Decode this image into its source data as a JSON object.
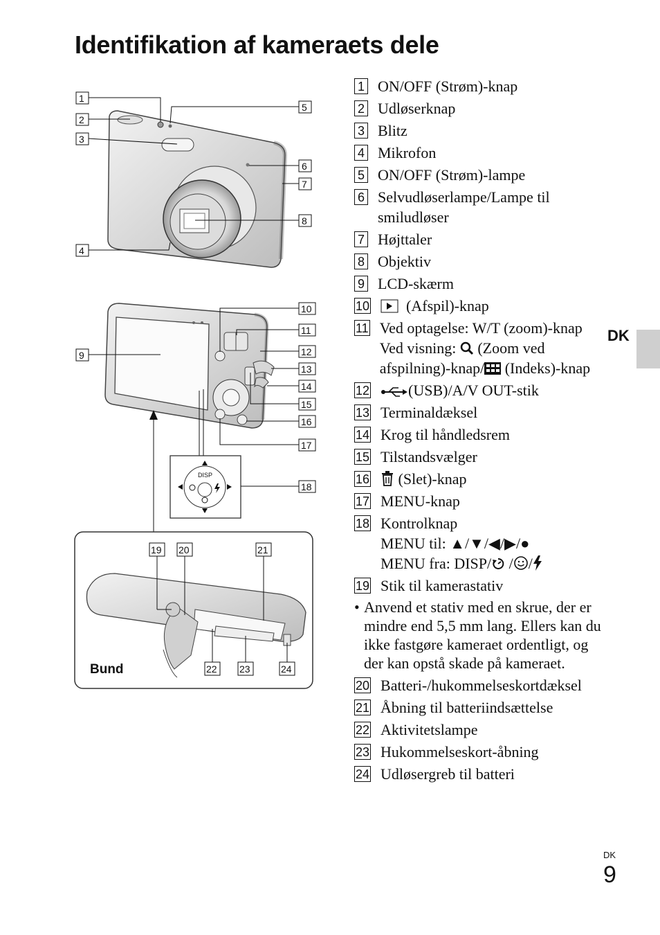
{
  "page_title": "Identifikation af kameraets dele",
  "side_tab_label": "DK",
  "page_footer": {
    "lang": "DK",
    "number": "9"
  },
  "figure": {
    "callouts": [
      "1",
      "2",
      "3",
      "4",
      "5",
      "6",
      "7",
      "8",
      "9",
      "10",
      "11",
      "12",
      "13",
      "14",
      "15",
      "16",
      "17",
      "18",
      "19",
      "20",
      "21",
      "22",
      "23",
      "24"
    ],
    "bottom_label": "Bund",
    "disp_label": "DISP"
  },
  "parts": [
    {
      "n": "1",
      "lines": [
        "ON/OFF (Strøm)-knap"
      ]
    },
    {
      "n": "2",
      "lines": [
        "Udløserknap"
      ]
    },
    {
      "n": "3",
      "lines": [
        "Blitz"
      ]
    },
    {
      "n": "4",
      "lines": [
        "Mikrofon"
      ]
    },
    {
      "n": "5",
      "lines": [
        "ON/OFF (Strøm)-lampe"
      ]
    },
    {
      "n": "6",
      "lines": [
        "Selvudløserlampe/Lampe til smiludløser"
      ]
    },
    {
      "n": "7",
      "lines": [
        "Højttaler"
      ]
    },
    {
      "n": "8",
      "lines": [
        "Objektiv"
      ]
    },
    {
      "n": "9",
      "lines": [
        "LCD-skærm"
      ]
    },
    {
      "n": "10",
      "lines": [
        "(Afspil)-knap"
      ],
      "icon": "play-icon"
    },
    {
      "n": "11",
      "lines": [
        "Ved optagelse: W/T (zoom)-knap",
        "Ved visning: (Zoom ved afspilning)-knap/ (Indeks)-knap"
      ]
    },
    {
      "n": "12",
      "lines": [
        "(USB)/A/V OUT-stik"
      ],
      "icon": "usb-icon"
    },
    {
      "n": "13",
      "lines": [
        "Terminaldæksel"
      ]
    },
    {
      "n": "14",
      "lines": [
        "Krog til håndledsrem"
      ]
    },
    {
      "n": "15",
      "lines": [
        "Tilstandsvælger"
      ]
    },
    {
      "n": "16",
      "lines": [
        "(Slet)-knap"
      ],
      "icon": "trash-icon"
    },
    {
      "n": "17",
      "lines": [
        "MENU-knap"
      ]
    },
    {
      "n": "18",
      "lines": [
        "Kontrolknap",
        "MENU til: ▲/▼/◀/▶/●",
        "MENU fra: DISP/ / / "
      ]
    },
    {
      "n": "19",
      "lines": [
        "Stik til kamerastativ"
      ]
    },
    {
      "n": "20",
      "lines": [
        "Batteri-/hukommelseskortdæksel"
      ]
    },
    {
      "n": "21",
      "lines": [
        "Åbning til batteriindsættelse"
      ]
    },
    {
      "n": "22",
      "lines": [
        "Aktivitetslampe"
      ]
    },
    {
      "n": "23",
      "lines": [
        "Hukommelseskort-åbning"
      ]
    },
    {
      "n": "24",
      "lines": [
        "Udløsergreb til batteri"
      ]
    }
  ],
  "item11": {
    "line1": "Ved optagelse: W/T (zoom)-knap",
    "line2a": "Ved visning:",
    "line2b": "(Zoom ved afspilning)-knap/",
    "line2c": "(Indeks)-knap"
  },
  "item18": {
    "line1": "Kontrolknap",
    "line2": "MENU til: ▲/▼/◀/▶/●",
    "line3a": "MENU fra: DISP/",
    "line3b": "/",
    "line3c": "/"
  },
  "tripod_note": "Anvend et stativ med en skrue, der er mindre end 5,5 mm lang. Ellers kan du ikke fastgøre kameraet ordentligt, og der kan opstå skade på kameraet."
}
